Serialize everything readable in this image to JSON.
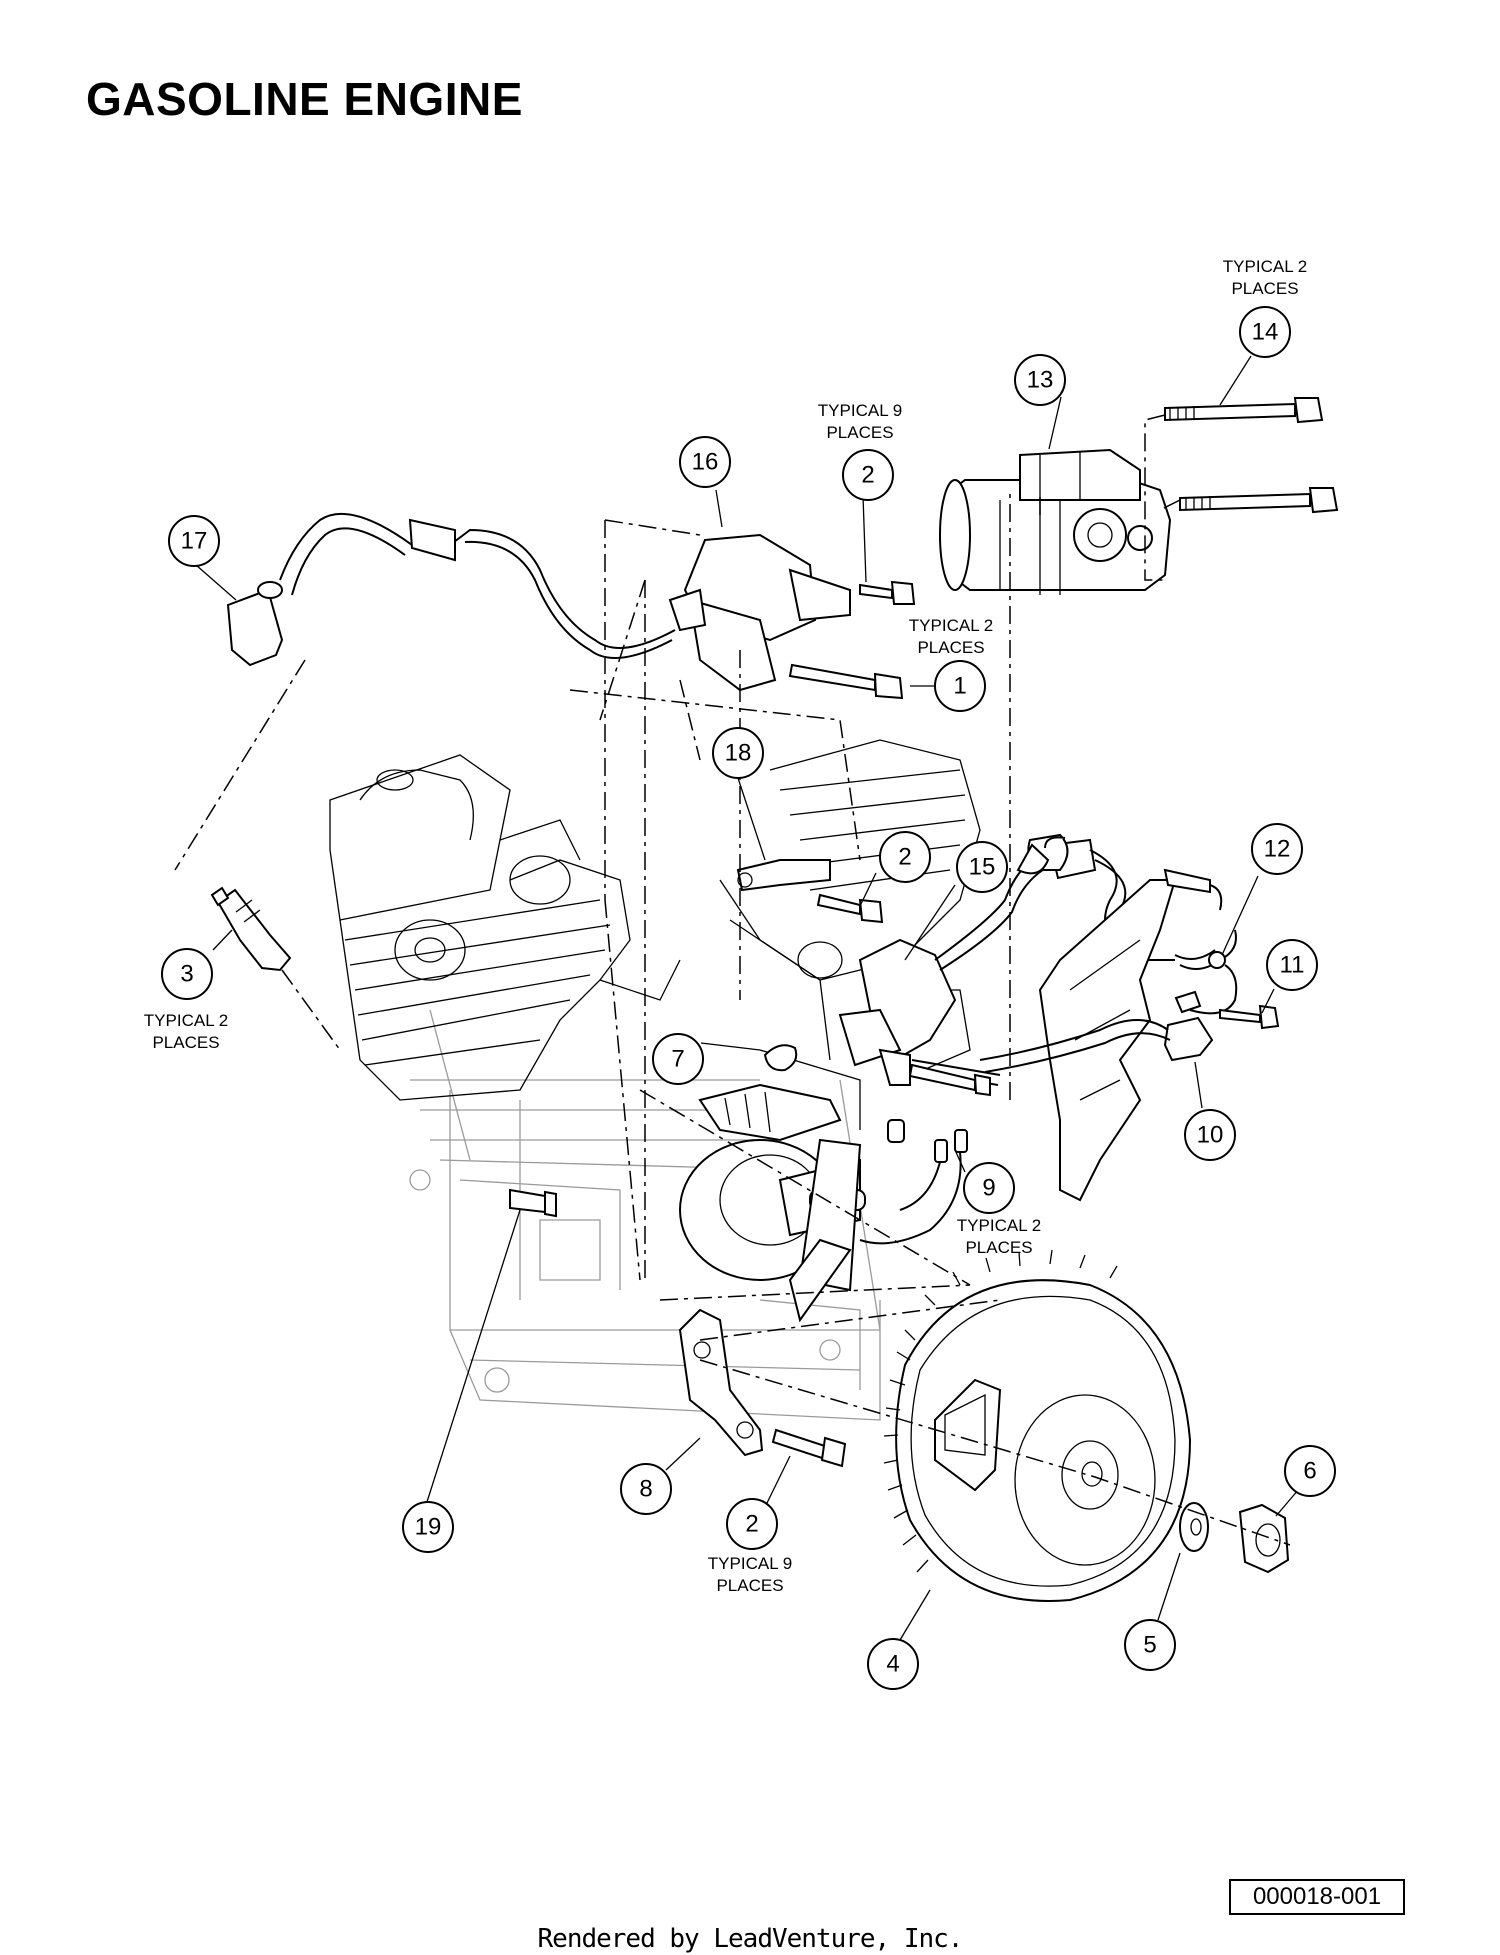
{
  "title": "GASOLINE ENGINE",
  "reference_number": "000018-001",
  "credit": "Rendered by LeadVenture, Inc.",
  "notes": {
    "typical_2_places": [
      "TYPICAL 2",
      "PLACES"
    ],
    "typical_9_places": [
      "TYPICAL 9",
      "PLACES"
    ]
  },
  "callouts": [
    {
      "id": "c1",
      "number": "1"
    },
    {
      "id": "c2a",
      "number": "2"
    },
    {
      "id": "c2b",
      "number": "2"
    },
    {
      "id": "c2c",
      "number": "2"
    },
    {
      "id": "c3",
      "number": "3"
    },
    {
      "id": "c4",
      "number": "4"
    },
    {
      "id": "c5",
      "number": "5"
    },
    {
      "id": "c6",
      "number": "6"
    },
    {
      "id": "c7",
      "number": "7"
    },
    {
      "id": "c8",
      "number": "8"
    },
    {
      "id": "c9",
      "number": "9"
    },
    {
      "id": "c10",
      "number": "10"
    },
    {
      "id": "c11",
      "number": "11"
    },
    {
      "id": "c12",
      "number": "12"
    },
    {
      "id": "c13",
      "number": "13"
    },
    {
      "id": "c14",
      "number": "14"
    },
    {
      "id": "c15",
      "number": "15"
    },
    {
      "id": "c16",
      "number": "16"
    },
    {
      "id": "c17",
      "number": "17"
    },
    {
      "id": "c18",
      "number": "18"
    },
    {
      "id": "c19",
      "number": "19"
    }
  ]
}
